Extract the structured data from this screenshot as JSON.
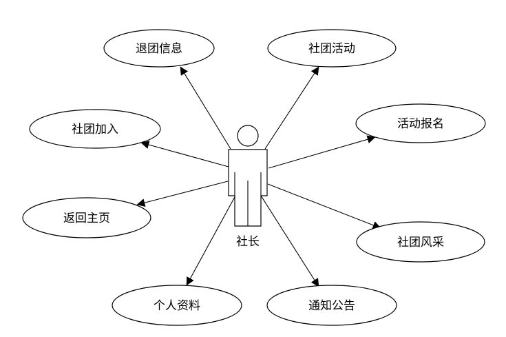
{
  "actor": {
    "label": "社长"
  },
  "use_cases": [
    {
      "id": "uc-quit",
      "label": "退团信息"
    },
    {
      "id": "uc-activities",
      "label": "社团活动"
    },
    {
      "id": "uc-join",
      "label": "社团加入"
    },
    {
      "id": "uc-signup",
      "label": "活动报名"
    },
    {
      "id": "uc-home",
      "label": "返回主页"
    },
    {
      "id": "uc-showcase",
      "label": "社团风采"
    },
    {
      "id": "uc-profile",
      "label": "个人资料"
    },
    {
      "id": "uc-notice",
      "label": "通知公告"
    }
  ]
}
